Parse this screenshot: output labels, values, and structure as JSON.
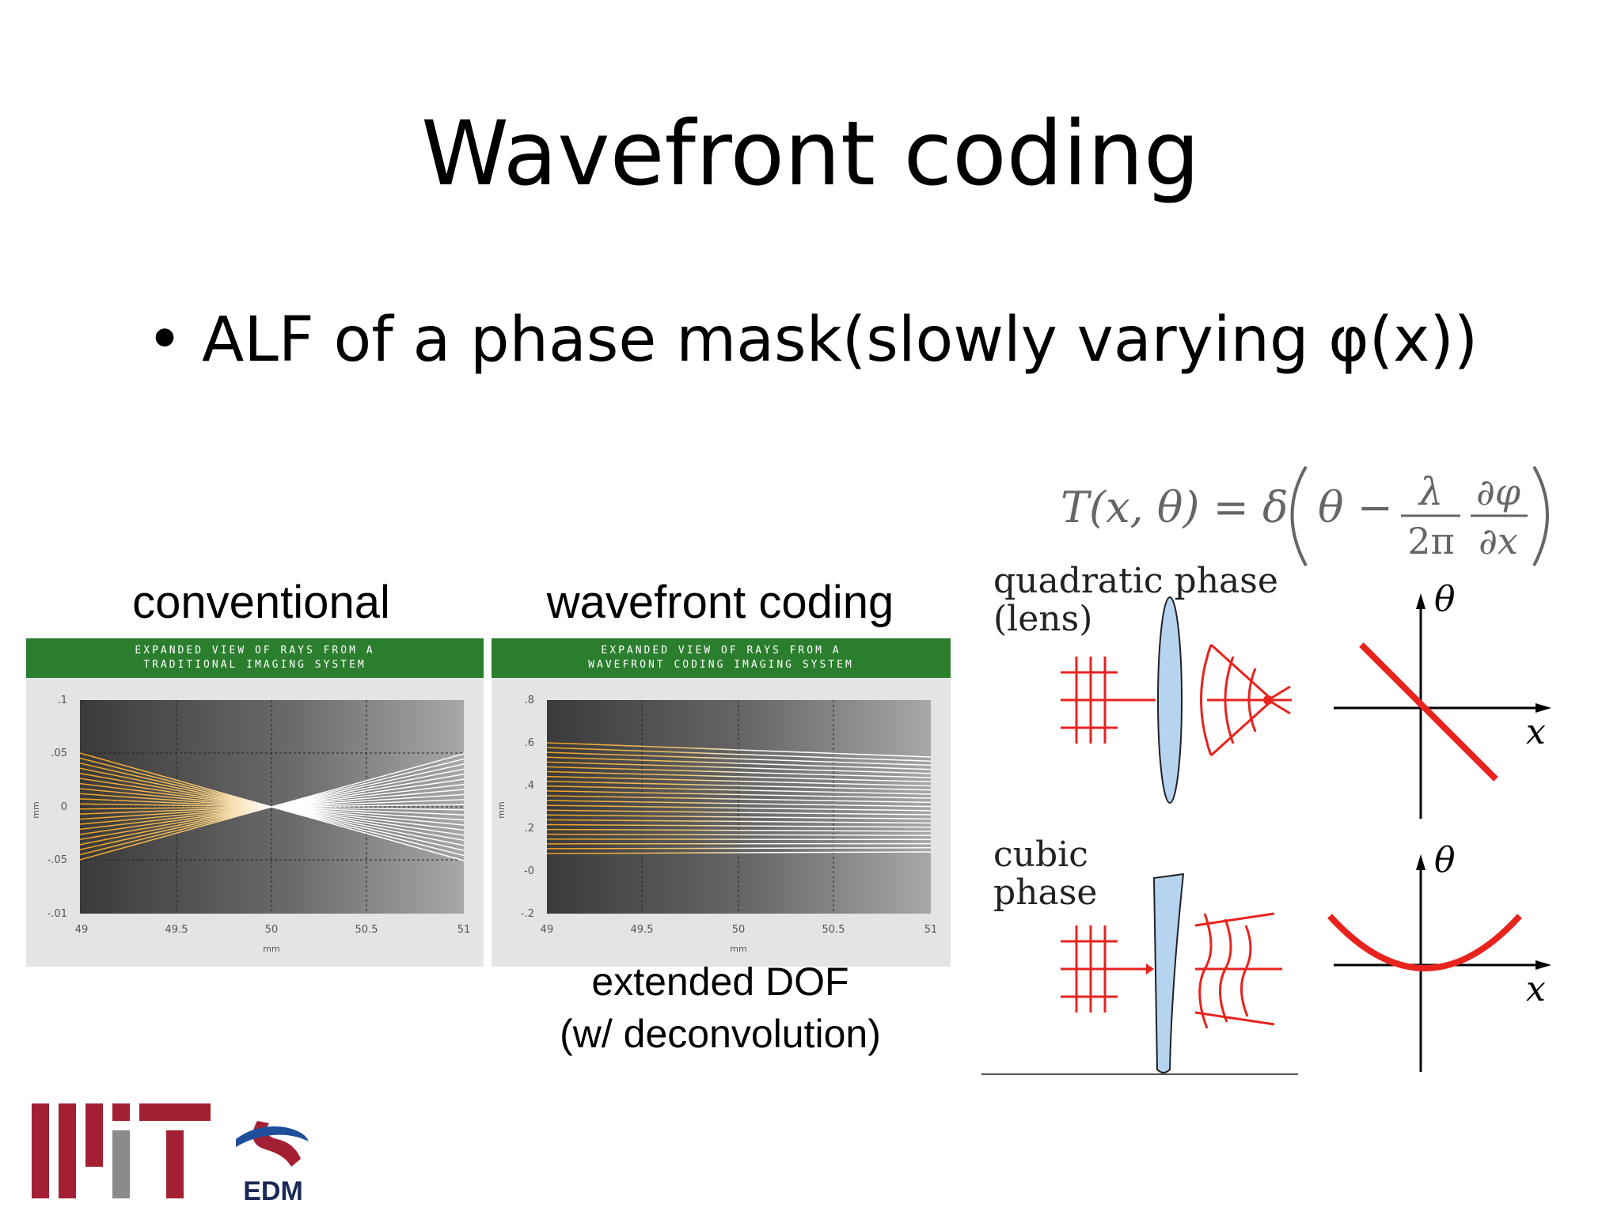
{
  "slide": {
    "title": "Wavefront coding",
    "bullet": "ALF of a phase mask(slowly varying φ(x))"
  },
  "captions": {
    "conventional": "conventional",
    "wavefront": "wavefront coding",
    "extended_line1": "extended DOF",
    "extended_line2": "(w/ deconvolution)"
  },
  "panels": {
    "conventional": {
      "header_line1": "EXPANDED VIEW OF RAYS FROM A",
      "header_line2": "TRADITIONAL IMAGING SYSTEM",
      "y_ticks": [
        ".1",
        ".05",
        "0",
        "-.05",
        "-.01"
      ],
      "x_ticks": [
        "49",
        "49.5",
        "50",
        "50.5",
        "51"
      ],
      "x_label": "mm",
      "y_label": "mm"
    },
    "wavefront": {
      "header_line1": "EXPANDED VIEW OF RAYS FROM A",
      "header_line2": "WAVEFRONT CODING IMAGING SYSTEM",
      "y_ticks": [
        ".8",
        ".6",
        ".4",
        ".2",
        "-0",
        "-.2"
      ],
      "x_ticks": [
        "49",
        "49.5",
        "50",
        "50.5",
        "51"
      ],
      "x_label": "mm",
      "y_label": "mm"
    }
  },
  "formula": {
    "lhs": "T(x, θ) = δ",
    "theta": "θ −",
    "num_lambda": "λ",
    "den_2pi": "2π",
    "num_partial": "∂φ",
    "den_partial": "∂x"
  },
  "diagram": {
    "quadratic_line1": "quadratic phase",
    "quadratic_line2": "(lens)",
    "cubic_line1": "cubic",
    "cubic_line2": "phase",
    "axis_theta": "θ",
    "axis_x": "x"
  },
  "logos": {
    "mit": "MIT",
    "edm": "EDM"
  },
  "colors": {
    "header_green": "#2a7e2e",
    "ray_orange": "#f0a020",
    "diagram_red": "#e8231e",
    "lens_blue": "#b6d4f0",
    "mit_red": "#a31f34",
    "mit_gray": "#8a8b8c"
  }
}
